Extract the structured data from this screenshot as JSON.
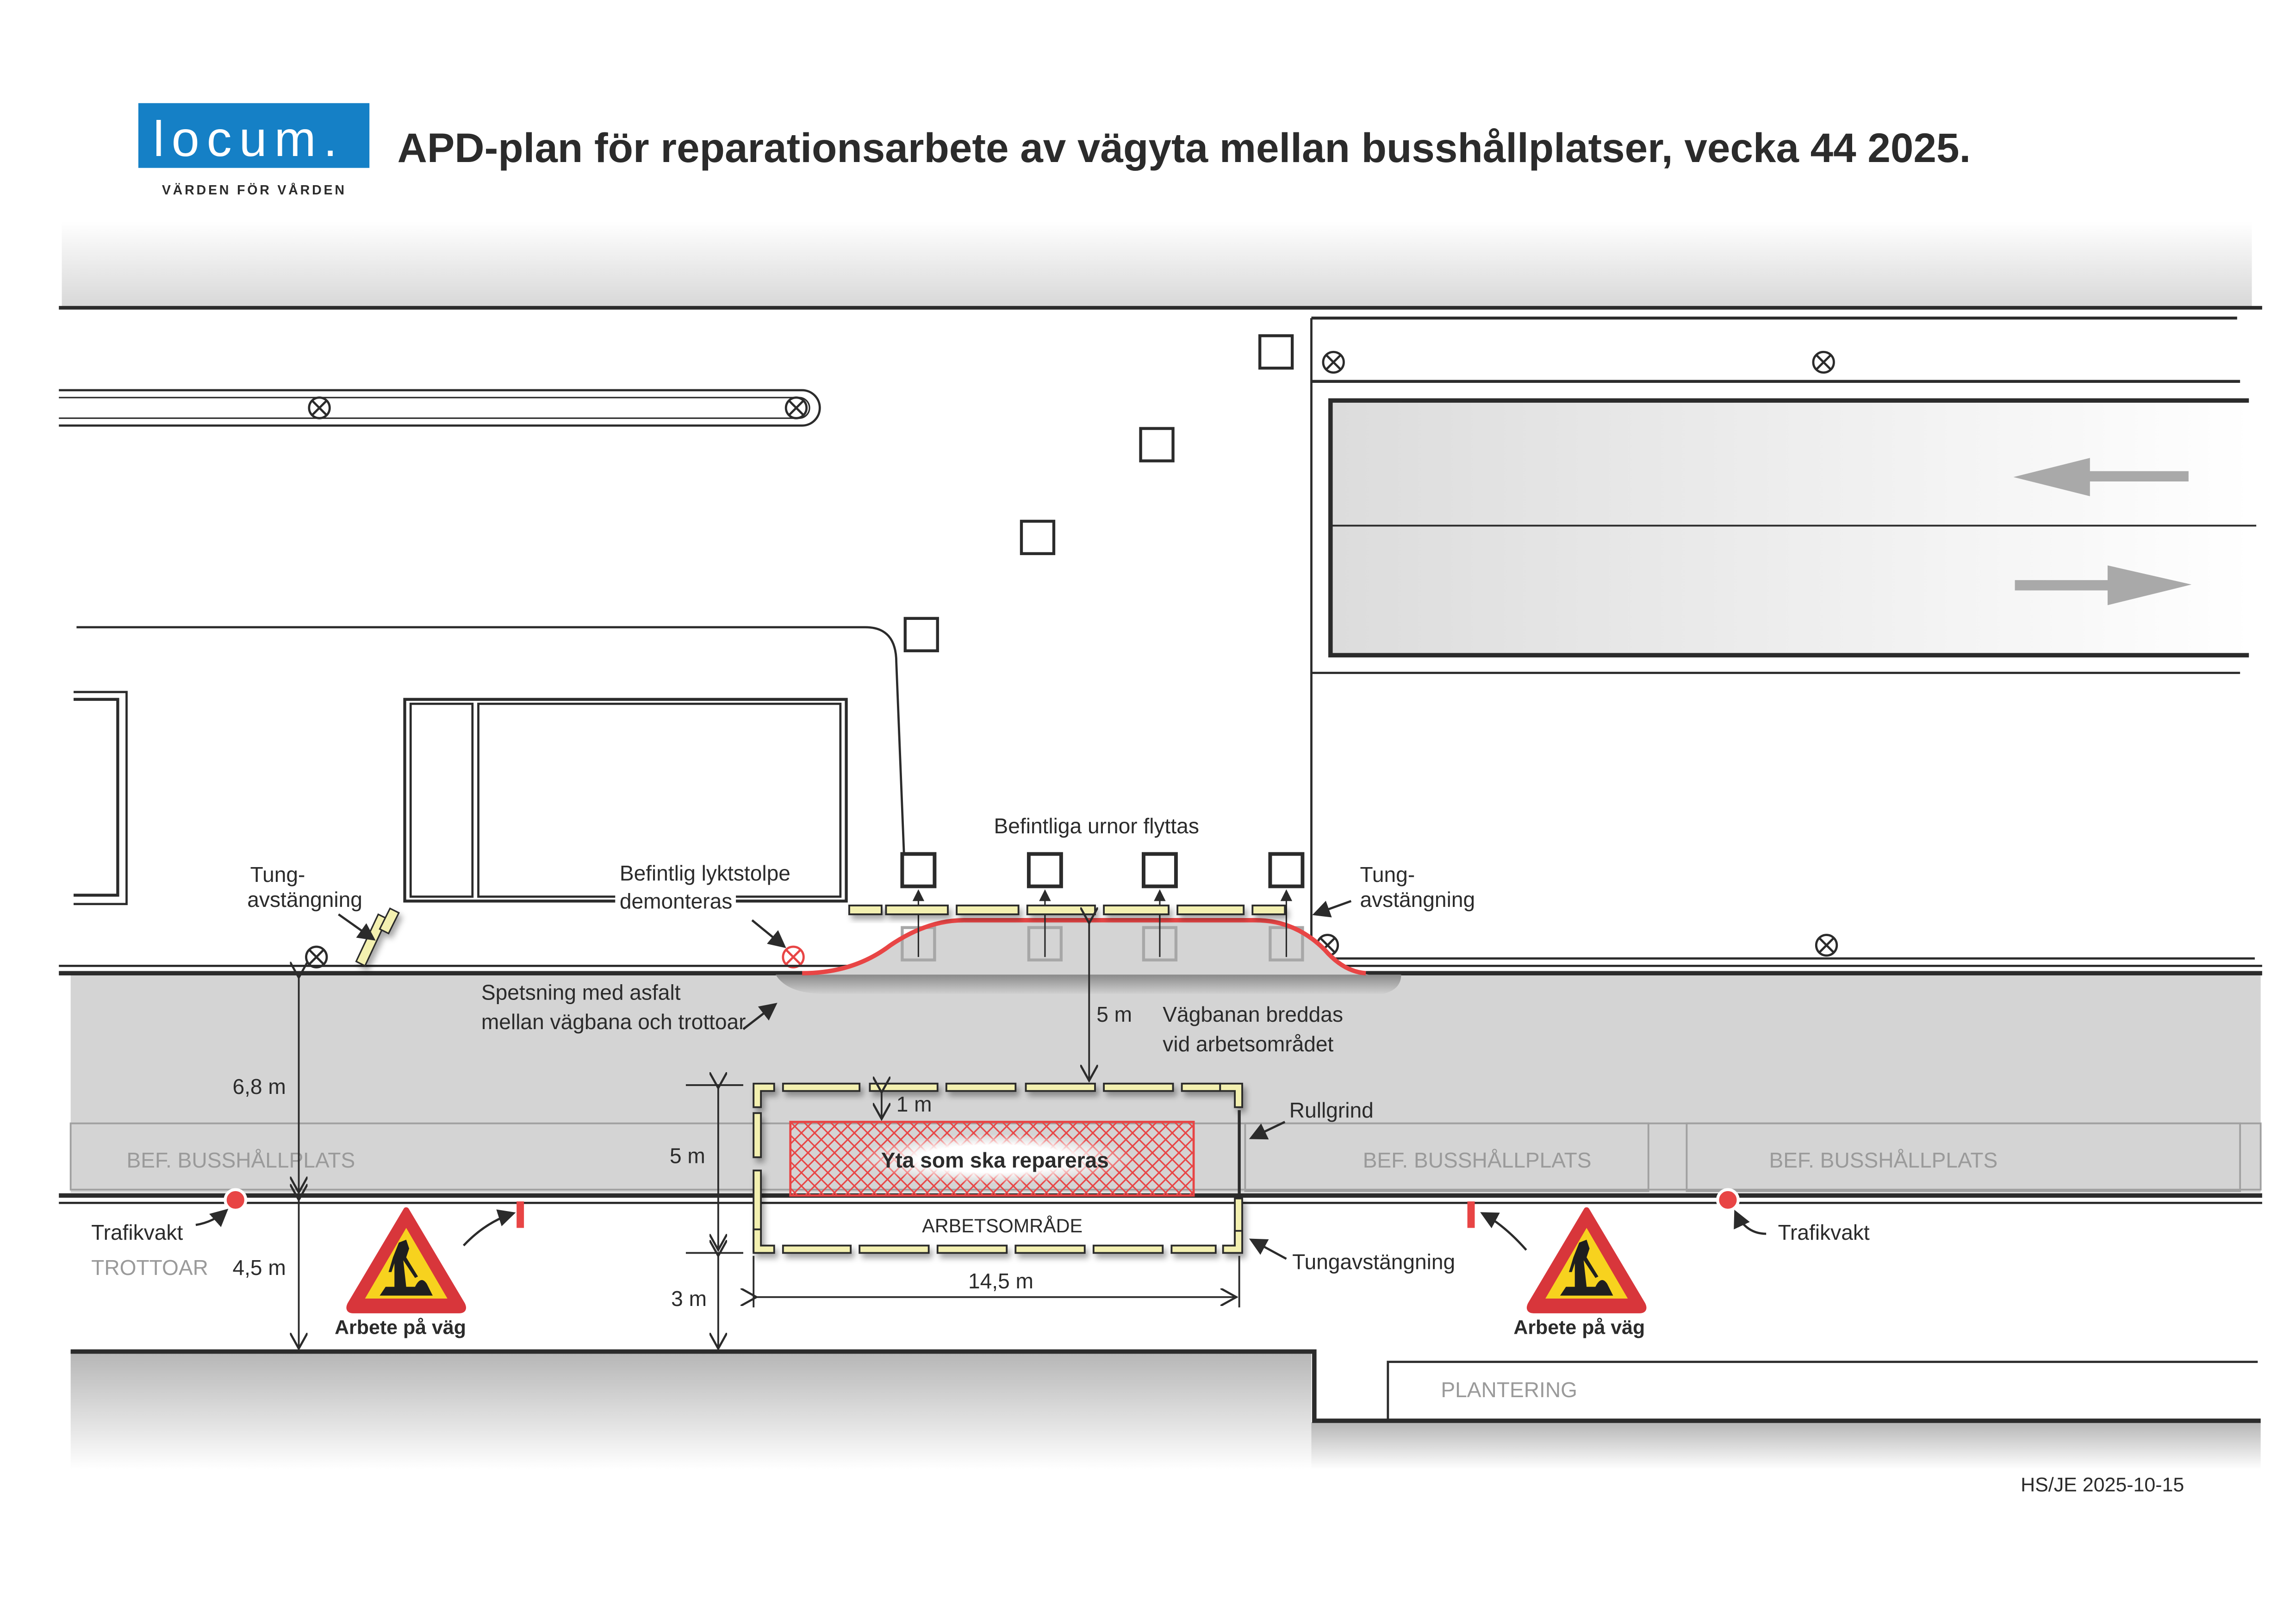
{
  "header": {
    "logo_text": "locum.",
    "logo_tagline": "VÄRDEN FÖR VÅRDEN",
    "title": "APD-plan för reparationsarbete av vägyta mellan busshållplatser, vecka 44 2025."
  },
  "colors": {
    "brand_blue": "#1580c6",
    "roadway": "#d4d4d4",
    "barrier_fill": "#f3f0b0",
    "repair_red": "#e84545",
    "sign_red": "#d8363b",
    "sign_yellow": "#f7d21e",
    "line_dark": "#2b2b2b"
  },
  "annotations": {
    "urnor": "Befintliga urnor flyttas",
    "lyktstolpe_line1": "Befintlig lyktstolpe",
    "lyktstolpe_line2": "demonteras",
    "tung_left_line1": "Tung-",
    "tung_left_line2": "avstängning",
    "tung_right_line1": "Tung-",
    "tung_right_line2": "avstängning",
    "spetsning_line1": "Spetsning med asfalt",
    "spetsning_line2": "mellan vägbana och trottoar",
    "breddas_line1": "Vägbanan breddas",
    "breddas_line2": "vid arbetsområdet",
    "rullgrind": "Rullgrind",
    "tungavstangning": "Tungavstängning",
    "repair_area": "Yta som ska repareras",
    "work_area": "ARBETSOMRÅDE",
    "trafikvakt_left": "Trafikvakt",
    "trafikvakt_right": "Trafikvakt",
    "sign_left": "Arbete på väg",
    "sign_right": "Arbete på väg"
  },
  "zones": {
    "bus_stop_1": "BEF. BUSSHÅLLPLATS",
    "bus_stop_2": "BEF. BUSSHÅLLPLATS",
    "bus_stop_3": "BEF. BUSSHÅLLPLATS",
    "sidewalk": "TROTTOAR",
    "planting": "PLANTERING"
  },
  "dimensions": {
    "road_width": "6,8 m",
    "sidewalk_width": "4,5 m",
    "widening": "5 m",
    "work_depth": "5 m",
    "offset_1m": "1 m",
    "behind_3m": "3 m",
    "work_length": "14,5 m"
  },
  "footer": {
    "signature": "HS/JE 2025-10-15"
  }
}
